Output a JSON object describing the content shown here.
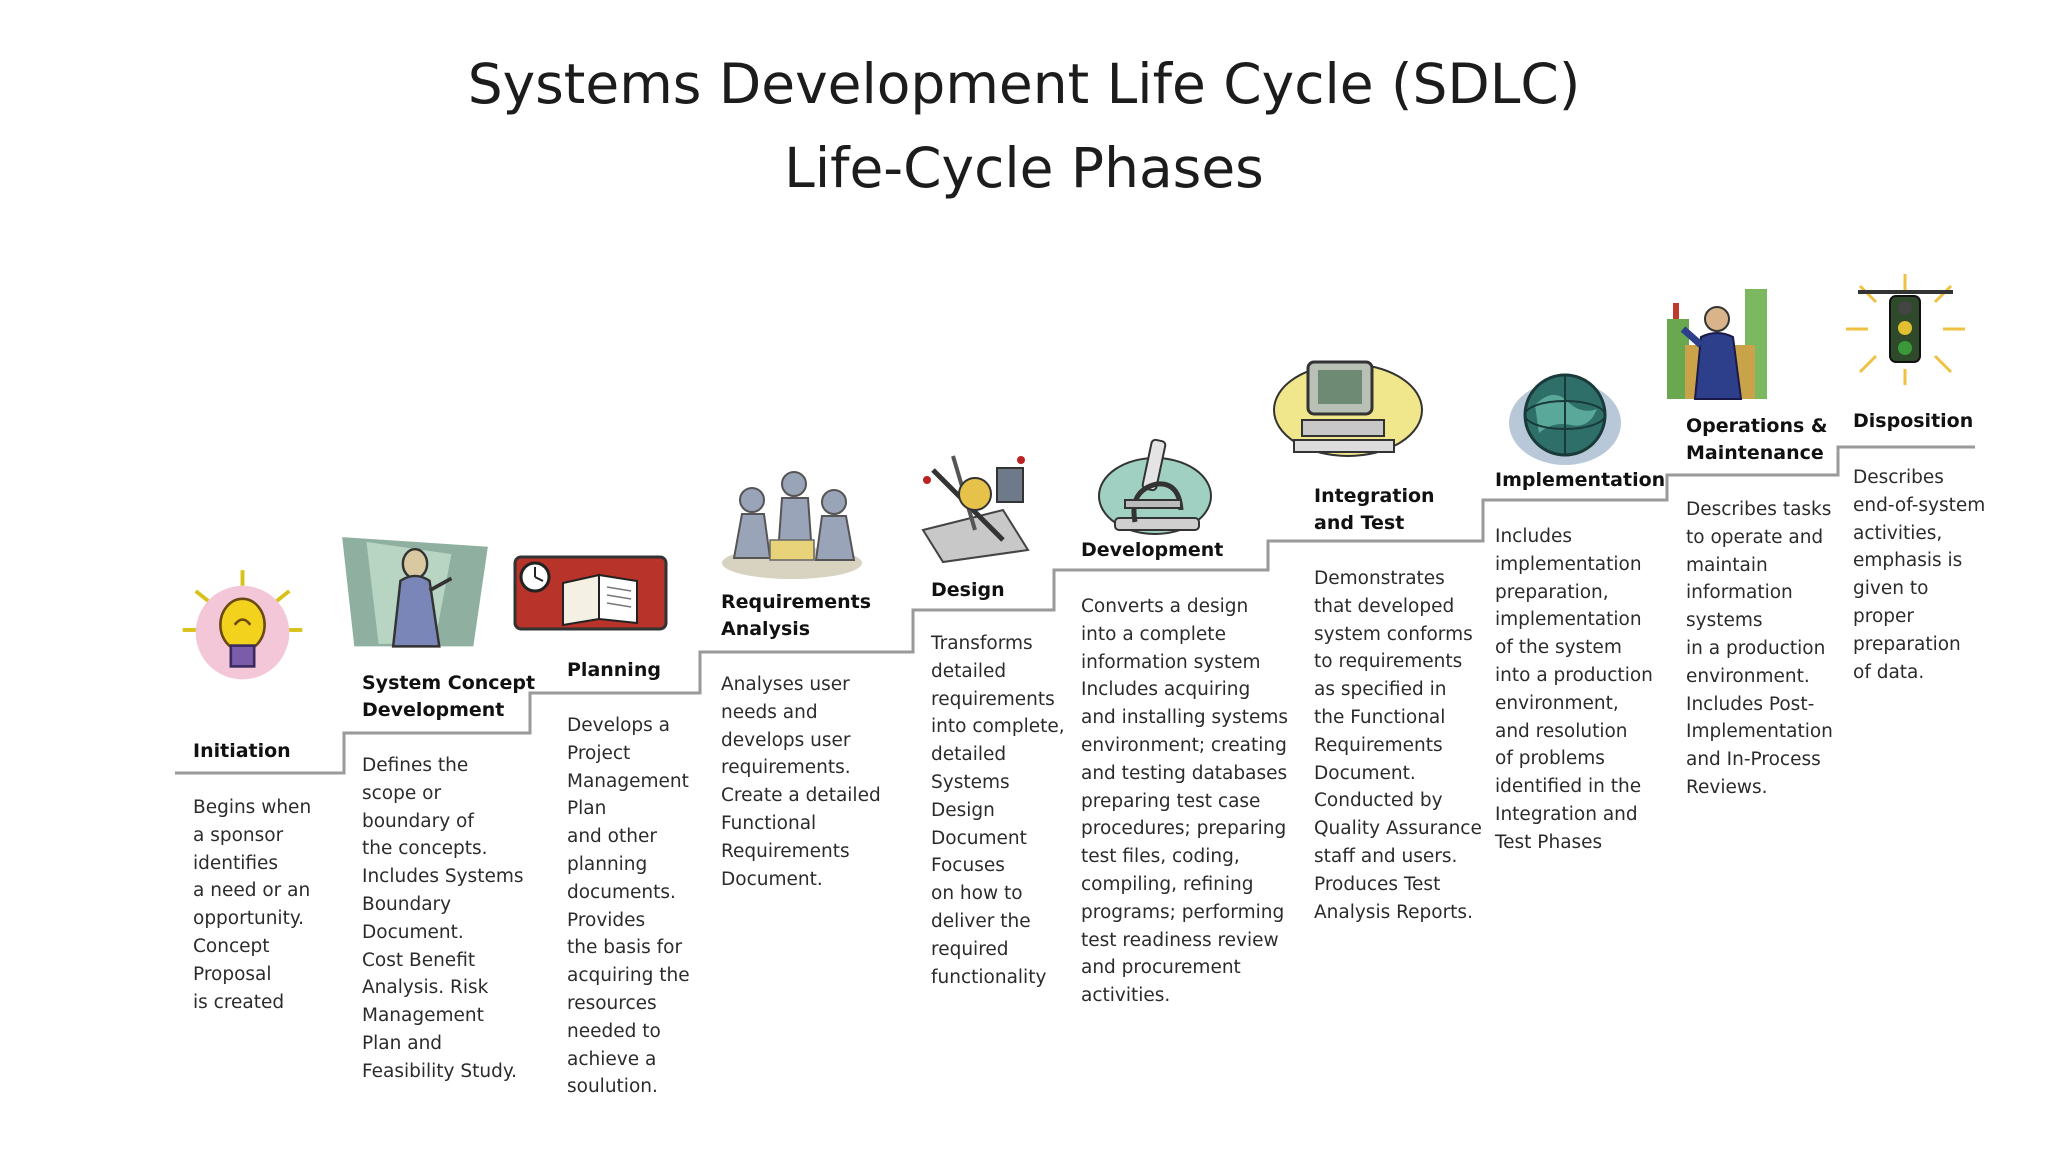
{
  "title_line1": "Systems Development Life Cycle (SDLC)",
  "title_line2": "Life-Cycle Phases",
  "colors": {
    "stair_line": "#9a9a9a",
    "text": "#2b2b2b",
    "heading": "#111111"
  },
  "phases": [
    {
      "name": "Initiation",
      "icon": "lightbulb-icon",
      "description": "Begins when\na sponsor\nidentifies\na need or an\nopportunity.\nConcept\nProposal\nis created"
    },
    {
      "name": "System Concept\nDevelopment",
      "icon": "scientist-icon",
      "description": "Defines the\nscope or\nboundary of\nthe concepts.\nIncludes Systems\nBoundary\nDocument.\nCost Benefit\nAnalysis. Risk\nManagement\nPlan and\nFeasibility Study."
    },
    {
      "name": "Planning",
      "icon": "book-clock-icon",
      "description": "Develops a\nProject\nManagement\nPlan\nand other\nplanning\ndocuments.\nProvides\nthe basis for\nacquiring the\nresources\nneeded to\nachieve a\nsoulution."
    },
    {
      "name": "Requirements\nAnalysis",
      "icon": "team-meeting-icon",
      "description": "Analyses user\nneeds and\ndevelops user\nrequirements.\nCreate a detailed\nFunctional\nRequirements\nDocument."
    },
    {
      "name": "Design",
      "icon": "drafting-tools-icon",
      "description": "Transforms\ndetailed\nrequirements\ninto complete,\ndetailed\nSystems\nDesign\nDocument\nFocuses\non how to\ndeliver the\nrequired\nfunctionality"
    },
    {
      "name": "Development",
      "icon": "microscope-icon",
      "description": "Converts a design\ninto a complete\ninformation system\nIncludes acquiring\nand installing systems\nenvironment; creating\nand testing databases\npreparing test case\nprocedures; preparing\ntest files, coding,\ncompiling, refining\nprograms; performing\ntest readiness review\nand procurement\nactivities."
    },
    {
      "name": "Integration\nand Test",
      "icon": "computer-icon",
      "description": "Demonstrates\nthat developed\nsystem conforms\nto requirements\nas specified in\nthe Functional\nRequirements\nDocument.\nConducted by\nQuality Assurance\nstaff and users.\nProduces Test\nAnalysis Reports."
    },
    {
      "name": "Implementation",
      "icon": "globe-icon",
      "description": "Includes\nimplementation\npreparation,\nimplementation\nof the system\ninto a production\nenvironment,\nand resolution\nof problems\nidentified in the\nIntegration and\nTest Phases"
    },
    {
      "name": "Operations &\nMaintenance",
      "icon": "businessman-icon",
      "description": "Describes tasks\nto operate and\nmaintain\ninformation\nsystems\nin a production\nenvironment.\nIncludes Post-\nImplementation\nand In-Process\nReviews."
    },
    {
      "name": "Disposition",
      "icon": "traffic-light-icon",
      "description": "Describes\nend-of-system\nactivities,\nemphasis is\ngiven to\nproper\npreparation\nof data."
    }
  ]
}
